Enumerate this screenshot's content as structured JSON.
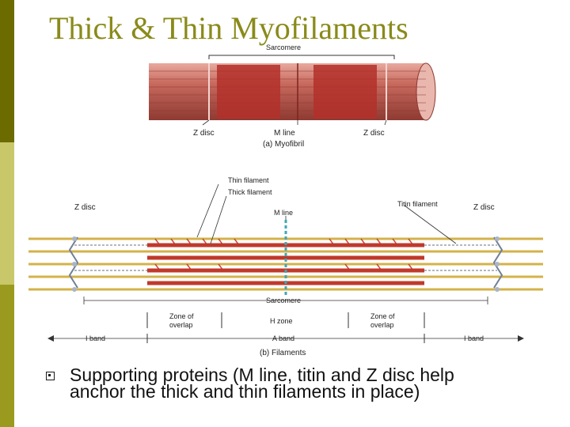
{
  "slide": {
    "title": "Thick & Thin Myofilaments",
    "bullet": "Supporting proteins (M line, titin and Z disc help anchor the thick and thin filaments in place)"
  },
  "figure": {
    "top_labels": {
      "sarcomere": "Sarcomere",
      "z_disc_left": "Z disc",
      "m_line": "M line",
      "z_disc_right": "Z disc",
      "caption_a": "(a) Myofibril"
    },
    "bottom_labels": {
      "thin_filament": "Thin filament",
      "thick_filament": "Thick filament",
      "m_line": "M line",
      "titin_filament": "Titin filament",
      "z_disc_left": "Z disc",
      "z_disc_right": "Z disc",
      "sarcomere": "Sarcomere",
      "zone_overlap_left_1": "Zone of",
      "zone_overlap_left_2": "overlap",
      "h_zone": "H zone",
      "zone_overlap_right_1": "Zone of",
      "zone_overlap_right_2": "overlap",
      "i_band_left": "I band",
      "a_band": "A band",
      "i_band_right": "I band",
      "caption_b": "(b) Filaments"
    },
    "colors": {
      "muscle": "#c96a5e",
      "muscle_dark": "#a0443a",
      "thick": "#c0392b",
      "thin": "#d4b24a",
      "titin": "#9aa0a8",
      "m_line": "#3fa7b5"
    }
  }
}
